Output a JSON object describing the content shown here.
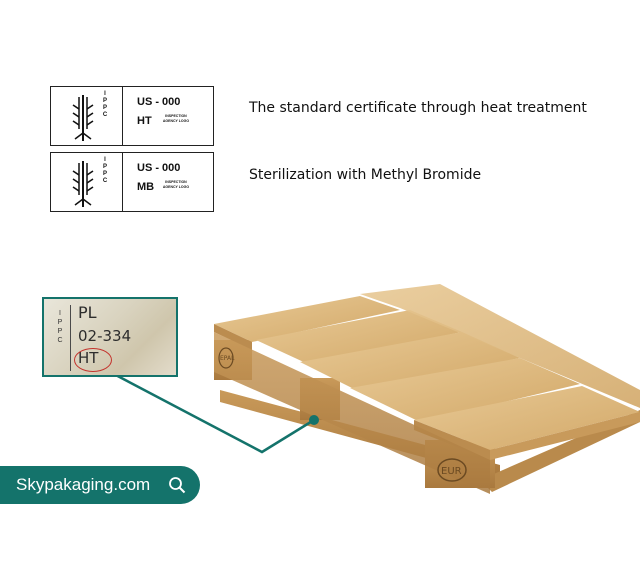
{
  "stamps": [
    {
      "mark_letters": [
        "I",
        "P",
        "P",
        "C"
      ],
      "code": "US - 000",
      "treatment": "HT",
      "agency": "INSPECTION AGENCY LOGO",
      "caption": "The standard certificate through heat treatment"
    },
    {
      "mark_letters": [
        "I",
        "P",
        "P",
        "C"
      ],
      "code": "US - 000",
      "treatment": "MB",
      "agency": "INSPECTION AGENCY LOGO",
      "caption": "Sterilization with Methyl Bromide"
    }
  ],
  "closeup": {
    "mark_letters": [
      "I",
      "P",
      "P",
      "C"
    ],
    "line1": "PL",
    "line2": "02-334",
    "line3": "HT",
    "highlight_color": "#c4332d"
  },
  "pallet": {
    "block_mark": "EPAL",
    "corner_mark": "EUR"
  },
  "brand": {
    "site": "Skypakaging.com",
    "search_icon": "search-icon",
    "color": "#14736b"
  }
}
